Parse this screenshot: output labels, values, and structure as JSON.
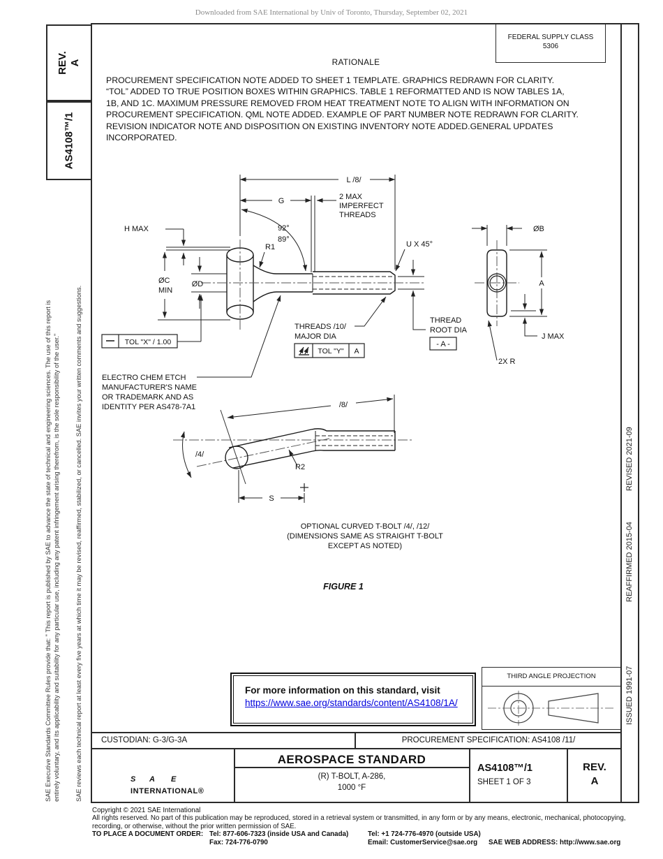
{
  "page": {
    "download_notice": "Downloaded from SAE International by Univ of Toronto, Thursday, September 02, 2021"
  },
  "left_margin": {
    "rev_label": "REV.",
    "rev_value": "A",
    "doc_number": "AS4108™/1",
    "disclaimer_line1": "SAE Executive Standards Committee Rules provide that: \" This report is published by SAE to advance the state of technical and engineering sciences. The use of this report is",
    "disclaimer_line2": "entirely voluntary, and its applicability and suitability for any particular use, including any patent infringement arising therefrom, is the sole responsibility of the user.\"",
    "disclaimer_line3": "SAE reviews each technical report at least every five years at which time it may be revised, reaffirmed, stabilized, or cancelled. SAE invites your written comments and suggestions."
  },
  "right_margin": {
    "issued": "ISSUED 1991-07",
    "reaffirmed": "REAFFIRMED 2015-04",
    "revised": "REVISED 2021-09"
  },
  "header": {
    "fsc_label": "FEDERAL SUPPLY CLASS",
    "fsc_value": "5306",
    "rationale_title": "RATIONALE"
  },
  "rationale": {
    "lines": [
      "PROCUREMENT SPECIFICATION NOTE ADDED TO SHEET 1 TEMPLATE. GRAPHICS REDRAWN FOR CLARITY.",
      "“TOL” ADDED TO TRUE POSITION BOXES WITHIN GRAPHICS. TABLE 1 REFORMATTED AND IS NOW TABLES 1A,",
      "1B, AND 1C. MAXIMUM PRESSURE REMOVED FROM HEAT TREATMENT NOTE TO ALIGN WITH INFORMATION ON",
      "PROCUREMENT SPECIFICATION. QML NOTE ADDED. EXAMPLE OF PART NUMBER NOTE REDRAWN FOR CLARITY.",
      "REVISION INDICATOR NOTE AND DISPOSITION ON EXISTING INVENTORY NOTE ADDED.GENERAL UPDATES",
      "INCORPORATED."
    ]
  },
  "figure": {
    "labels": {
      "dim_l": "L /8/",
      "dim_g": "G",
      "imperfect_1": "2 MAX",
      "imperfect_2": "IMPERFECT",
      "imperfect_3": "THREADS",
      "angle_1": "92°",
      "angle_2": "89°",
      "r1": "R1",
      "h_max": "H MAX",
      "dia_c_1": "ØC",
      "dia_c_2": "MIN",
      "dia_d": "ØD",
      "u_chamfer": "U X 45°",
      "dia_b": "ØB",
      "dim_a": "A",
      "j_max": "J MAX",
      "thread_root_1": "THREAD",
      "thread_root_2": "ROOT DIA",
      "datum_a": "- A -",
      "two_x_r": "2X R",
      "threads_note_1": "THREADS /10/",
      "threads_note_2": "MAJOR DIA",
      "tol_x": "TOL \"X\" / 1.00",
      "tol_y": "TOL \"Y\"",
      "tol_y_datum": "A",
      "etch_1": "ELECTRO CHEM ETCH",
      "etch_2": "MANUFACTURER'S NAME",
      "etch_3": "OR TRADEMARK AND AS",
      "etch_4": "IDENTITY PER AS478-7A1",
      "curved_8": "/8/",
      "curved_4": "/4/",
      "r2": "R2",
      "dim_s": "S"
    },
    "caption_1": "OPTIONAL CURVED T-BOLT /4/, /12/",
    "caption_2": "(DIMENSIONS SAME AS STRAIGHT T-BOLT",
    "caption_3": "EXCEPT AS NOTED)",
    "title": "FIGURE 1"
  },
  "info_box": {
    "text": "For more information on this standard, visit",
    "link": "https://www.sae.org/standards/content/AS4108/1A/"
  },
  "projection_box": {
    "label": "THIRD ANGLE PROJECTION"
  },
  "title_block": {
    "custodian": "CUSTODIAN: G-3/G-3A",
    "procurement": "PROCUREMENT SPECIFICATION: AS4108 /11/",
    "standard_type": "AEROSPACE STANDARD",
    "part_title_1": "(R) T-BOLT, A-286,",
    "part_title_2": "1000 °F",
    "doc_number": "AS4108™/1",
    "sheet": "SHEET 1 OF 3",
    "rev_label": "REV.",
    "rev_value": "A",
    "logo_s": "S",
    "logo_a": "A",
    "logo_e": "E",
    "logo_sub": "INTERNATIONAL®"
  },
  "footer": {
    "copyright": "Copyright © 2021 SAE International",
    "rights_1": "All rights reserved. No part of this publication may be reproduced, stored in a retrieval system or transmitted, in any form or by any means, electronic, mechanical, photocopying,",
    "rights_2": "recording, or otherwise, without the prior written permission of SAE.",
    "order_label": "TO PLACE A DOCUMENT ORDER:",
    "tel_inside": "Tel: 877-606-7323 (inside USA and Canada)",
    "tel_outside": "Tel: +1 724-776-4970 (outside USA)",
    "fax": "Fax: 724-776-0790",
    "email": "Email: CustomerService@sae.org",
    "web": "SAE WEB ADDRESS: http://www.sae.org"
  },
  "colors": {
    "link_blue": "#0000dd",
    "sae_light_blue": "#00a0df",
    "sae_dark_blue": "#16357f",
    "line_black": "#2a2a2a"
  }
}
